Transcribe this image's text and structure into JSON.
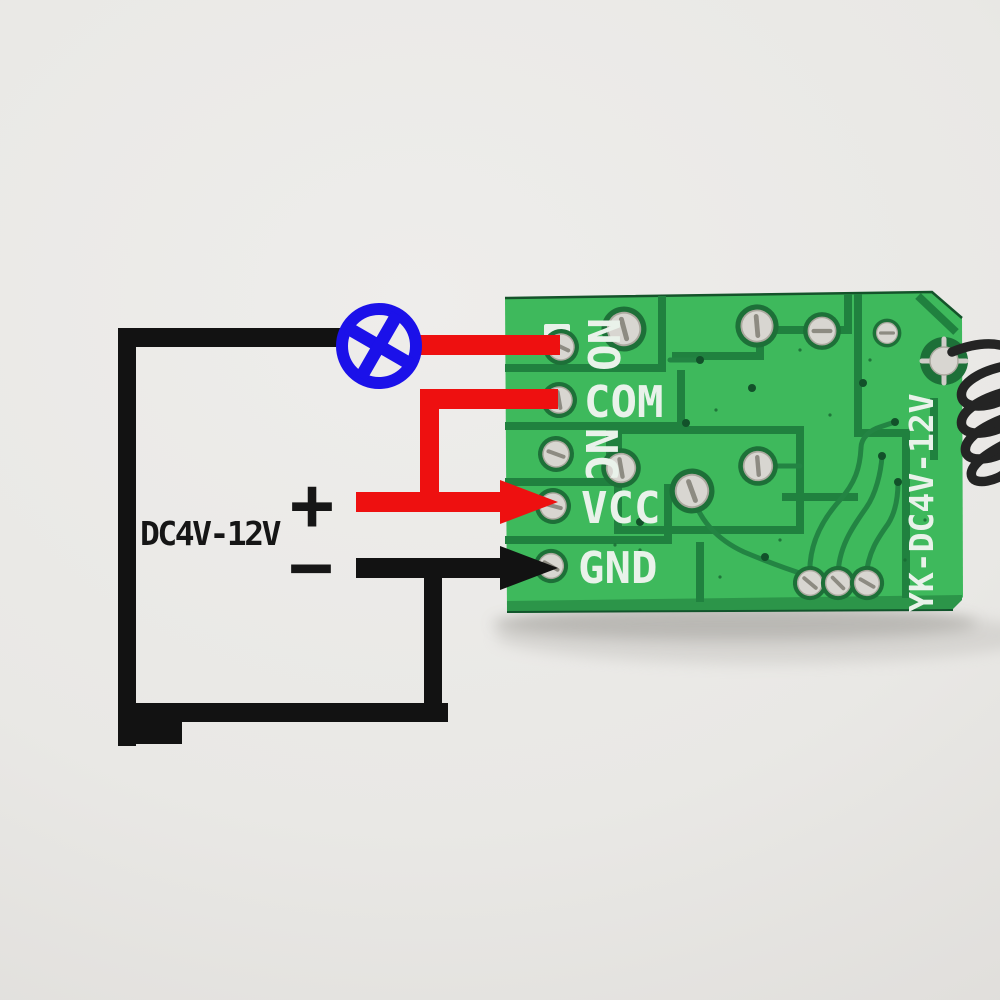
{
  "scene": {
    "description": "Photographed wiring diagram: RF relay receiver module PCB (back side) with hand-drawn battery, switch-lamp symbol and wire annotations",
    "background_color": "#e9e8e5"
  },
  "annotation": {
    "power_source_label": "DC4V-12V",
    "positive_symbol": "+",
    "negative_symbol": "−",
    "wire_positive_color": "#ee1010",
    "wire_negative_color": "#121212",
    "lamp_color": "#1b11e9"
  },
  "pcb": {
    "model_marking": "YK-DC4V-12V",
    "pin_labels": [
      "NO",
      "COM",
      "NC",
      "VCC",
      "GND"
    ],
    "board_color": "#3eb95c",
    "groove_color": "#20813f",
    "silkscreen_color": "#e9f2ea",
    "antenna_wire_color": "#242424"
  }
}
